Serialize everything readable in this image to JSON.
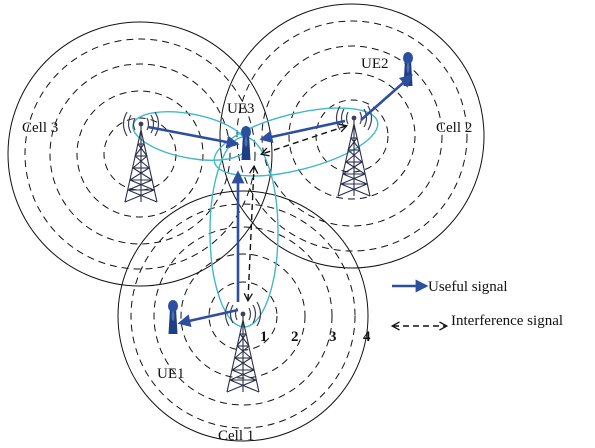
{
  "cells": [
    {
      "id": "cell-1",
      "label": "Cell 1"
    },
    {
      "id": "cell-2",
      "label": "Cell 2"
    },
    {
      "id": "cell-3",
      "label": "Cell 3"
    }
  ],
  "users": [
    {
      "id": "ue1",
      "label": "UE1"
    },
    {
      "id": "ue2",
      "label": "UE2"
    },
    {
      "id": "ue3",
      "label": "UE3"
    }
  ],
  "ring_numbers": [
    "1",
    "2",
    "3",
    "4"
  ],
  "legend": {
    "useful": "Useful signal",
    "interference": "Interference signal"
  },
  "colors": {
    "useful_signal": "#2e4f9e",
    "interference_signal": "#111111",
    "coverage_ellipse": "#41b8c6"
  }
}
